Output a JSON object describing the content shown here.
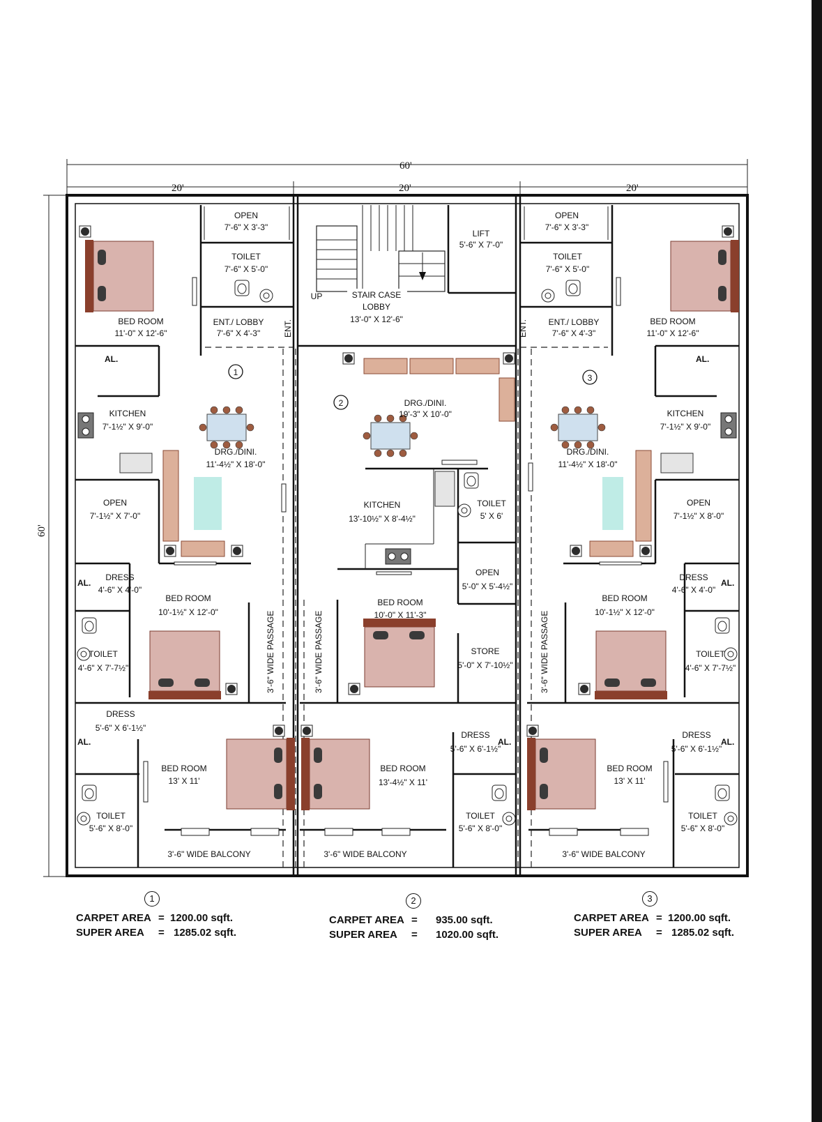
{
  "dimensions": {
    "overall_width": "60'",
    "unit_width_1": "20'",
    "unit_width_2": "20'",
    "unit_width_3": "20'",
    "overall_depth": "60'"
  },
  "unit1": {
    "number": "1",
    "bed_room_1": {
      "name": "BED ROOM",
      "size": "11'-0\" X 12'-6\""
    },
    "open_1": {
      "name": "OPEN",
      "size": "7'-6\" X 3'-3\""
    },
    "toilet_1": {
      "name": "TOILET",
      "size": "7'-6\" X 5'-0\""
    },
    "ent_lobby": {
      "name": "ENT./ LOBBY",
      "size": "7'-6\" X 4'-3\""
    },
    "ent": "ENT.",
    "al_1": "AL.",
    "kitchen": {
      "name": "KITCHEN",
      "size": "7'-1½\" X 9'-0\""
    },
    "drg_dini": {
      "name": "DRG./DINI.",
      "size": "11'-4½\" X 18'-0\""
    },
    "open_2": {
      "name": "OPEN",
      "size": "7'-1½\" X 7'-0\""
    },
    "al_2": "AL.",
    "dress_1": {
      "name": "DRESS",
      "size": "4'-6\" X 4'-0\""
    },
    "bed_room_2": {
      "name": "BED ROOM",
      "size": "10'-1½\" X 12'-0\""
    },
    "toilet_2": {
      "name": "TOILET",
      "size": "4'-6\" X 7'-7½\""
    },
    "passage": "3'-6\" WIDE PASSAGE",
    "dress_2": {
      "name": "DRESS",
      "size": "5'-6\" X 6'-1½\""
    },
    "al_3": "AL.",
    "bed_room_3": {
      "name": "BED ROOM",
      "size": "13' X 11'"
    },
    "toilet_3": {
      "name": "TOILET",
      "size": "5'-6\" X 8'-0\""
    },
    "balcony": "3'-6\" WIDE BALCONY"
  },
  "core": {
    "up": "UP",
    "staircase": {
      "name1": "STAIR CASE",
      "name2": "LOBBY",
      "size": "13'-0\" X 12'-6\""
    },
    "lift": {
      "name": "LIFT",
      "size": "5'-6\" X 7'-0\""
    }
  },
  "unit2": {
    "number": "2",
    "drg_dini": {
      "name": "DRG./DINI.",
      "size": "19'-3\" X 10'-0\""
    },
    "kitchen": {
      "name": "KITCHEN",
      "size": "13'-10½\" X 8'-4½\""
    },
    "toilet_1": {
      "name": "TOILET",
      "size": "5' X 6'"
    },
    "open": {
      "name": "OPEN",
      "size": "5'-0\" X 5'-4½\""
    },
    "bed_room_1": {
      "name": "BED ROOM",
      "size": "10'-0\" X 11'-3\""
    },
    "store": {
      "name": "STORE",
      "size": "5'-0\" X 7'-10½\""
    },
    "passage": "3'-6\" WIDE PASSAGE",
    "dress": {
      "name": "DRESS",
      "size": "5'-6\" X 6'-1½\""
    },
    "al": "AL.",
    "bed_room_2": {
      "name": "BED ROOM",
      "size": "13'-4½\" X 11'"
    },
    "toilet_2": {
      "name": "TOILET",
      "size": "5'-6\" X 8'-0\""
    },
    "balcony": "3'-6\" WIDE BALCONY"
  },
  "unit3": {
    "number": "3",
    "open_1": {
      "name": "OPEN",
      "size": "7'-6\" X 3'-3\""
    },
    "toilet_1": {
      "name": "TOILET",
      "size": "7'-6\" X 5'-0\""
    },
    "ent_lobby": {
      "name": "ENT./ LOBBY",
      "size": "7'-6\" X 4'-3\""
    },
    "ent": "ENT.",
    "bed_room_1": {
      "name": "BED ROOM",
      "size": "11'-0\" X 12'-6\""
    },
    "al_1": "AL.",
    "kitchen": {
      "name": "KITCHEN",
      "size": "7'-1½\" X 9'-0\""
    },
    "drg_dini": {
      "name": "DRG./DINI.",
      "size": "11'-4½\" X 18'-0\""
    },
    "open_2": {
      "name": "OPEN",
      "size": "7'-1½\" X 8'-0\""
    },
    "dress_1": {
      "name": "DRESS",
      "size": "4'-6\" X 4'-0\""
    },
    "al_2": "AL.",
    "bed_room_2": {
      "name": "BED ROOM",
      "size": "10'-1½\" X 12'-0\""
    },
    "toilet_2": {
      "name": "TOILET",
      "size": "4'-6\" X 7'-7½\""
    },
    "passage": "3'-6\" WIDE PASSAGE",
    "dress_2": {
      "name": "DRESS",
      "size": "5'-6\" X 6'-1½\""
    },
    "al_3": "AL.",
    "bed_room_3": {
      "name": "BED ROOM",
      "size": "13' X 11'"
    },
    "toilet_3": {
      "name": "TOILET",
      "size": "5'-6\" X 8'-0\""
    },
    "balcony": "3'-6\" WIDE BALCONY"
  },
  "areas": [
    {
      "number": "1",
      "carpet_label": "CARPET AREA",
      "carpet_eq": "=",
      "carpet_value": "1200.00 sqft.",
      "super_label": "SUPER AREA",
      "super_eq": "=",
      "super_value": "1285.02 sqft."
    },
    {
      "number": "2",
      "carpet_label": "CARPET AREA",
      "carpet_eq": "=",
      "carpet_value": "935.00 sqft.",
      "super_label": "SUPER AREA",
      "super_eq": "=",
      "super_value": "1020.00 sqft."
    },
    {
      "number": "3",
      "carpet_label": "CARPET AREA",
      "carpet_eq": "=",
      "carpet_value": "1200.00 sqft.",
      "super_label": "SUPER AREA",
      "super_eq": "=",
      "super_value": "1285.02 sqft."
    }
  ],
  "colors": {
    "wall": "#111111",
    "bed": "#d9b3ad",
    "headboard": "#8a3f2c",
    "sofa": "#dcb09a",
    "table_glass": "#cfe0ee",
    "page_edge": "#141414"
  }
}
